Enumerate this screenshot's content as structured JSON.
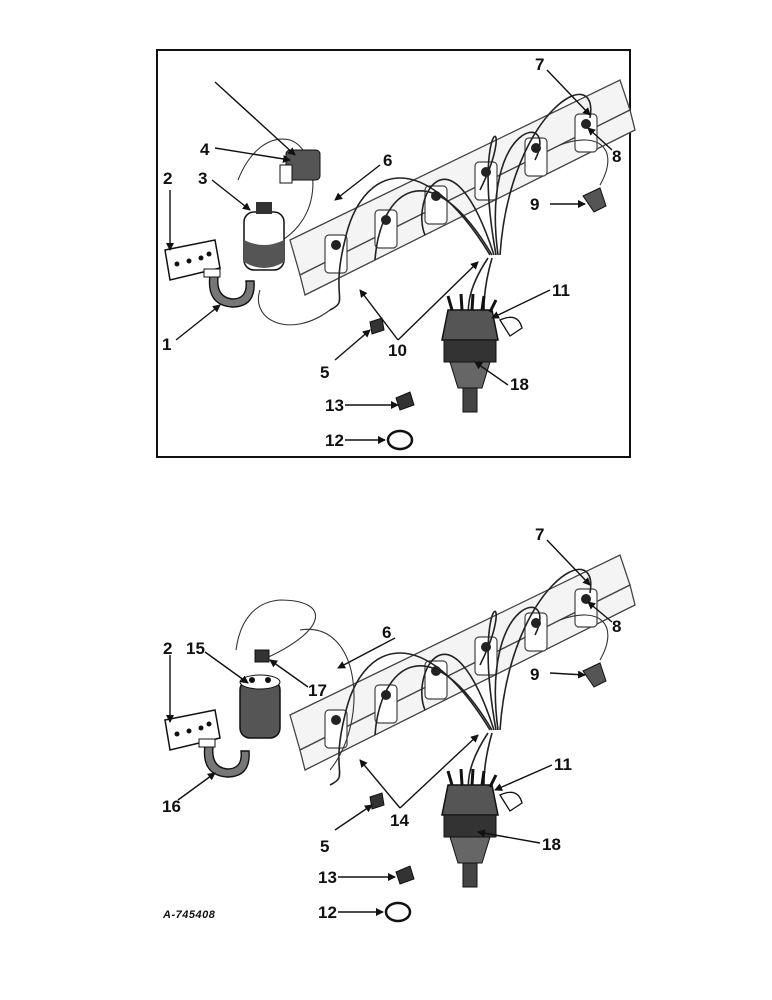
{
  "figure_id": "A-745408",
  "top_panel": {
    "callouts": [
      "1",
      "2",
      "3",
      "4",
      "5",
      "6",
      "7",
      "8",
      "9",
      "10",
      "11",
      "12",
      "13",
      "18"
    ]
  },
  "bottom_panel": {
    "callouts": [
      "2",
      "5",
      "6",
      "7",
      "8",
      "9",
      "11",
      "12",
      "13",
      "14",
      "15",
      "16",
      "17",
      "18"
    ]
  },
  "colors": {
    "ink": "#111111",
    "paper": "#ffffff"
  }
}
